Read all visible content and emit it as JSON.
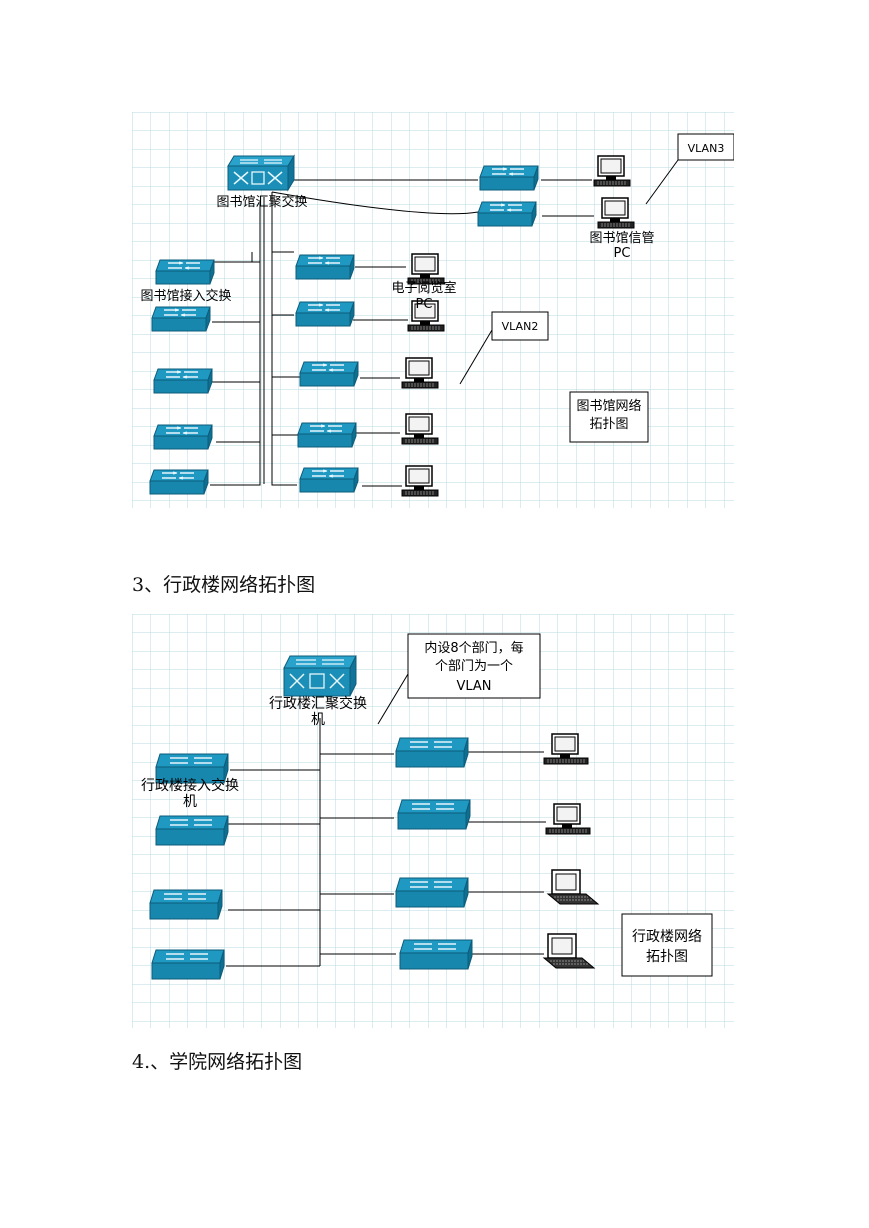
{
  "diagram1": {
    "core_switch_label": "图书馆汇聚交换",
    "access_switch_label": "图书馆接入交换",
    "reading_room_label_line1": "电子阅览室",
    "reading_room_label_line2": "PC",
    "admin_pc_label_line1": "图书馆信管",
    "admin_pc_label_line2": "PC",
    "vlan3_callout": "VLAN3",
    "vlan2_callout": "VLAN2",
    "caption_line1": "图书馆网络",
    "caption_line2": "拓扑图"
  },
  "heading2": "3、行政楼网络拓扑图",
  "diagram2": {
    "core_switch_label_line1": "行政楼汇聚交换",
    "core_switch_label_line2": "机",
    "access_switch_label_line1": "行政楼接入交换",
    "access_switch_label_line2": "机",
    "callout_line1": "内设8个部门，每",
    "callout_line2": "个部门为一个",
    "callout_line3": "VLAN",
    "caption_line1": "行政楼网络",
    "caption_line2": "拓扑图"
  },
  "heading3": "4.、学院网络拓扑图"
}
